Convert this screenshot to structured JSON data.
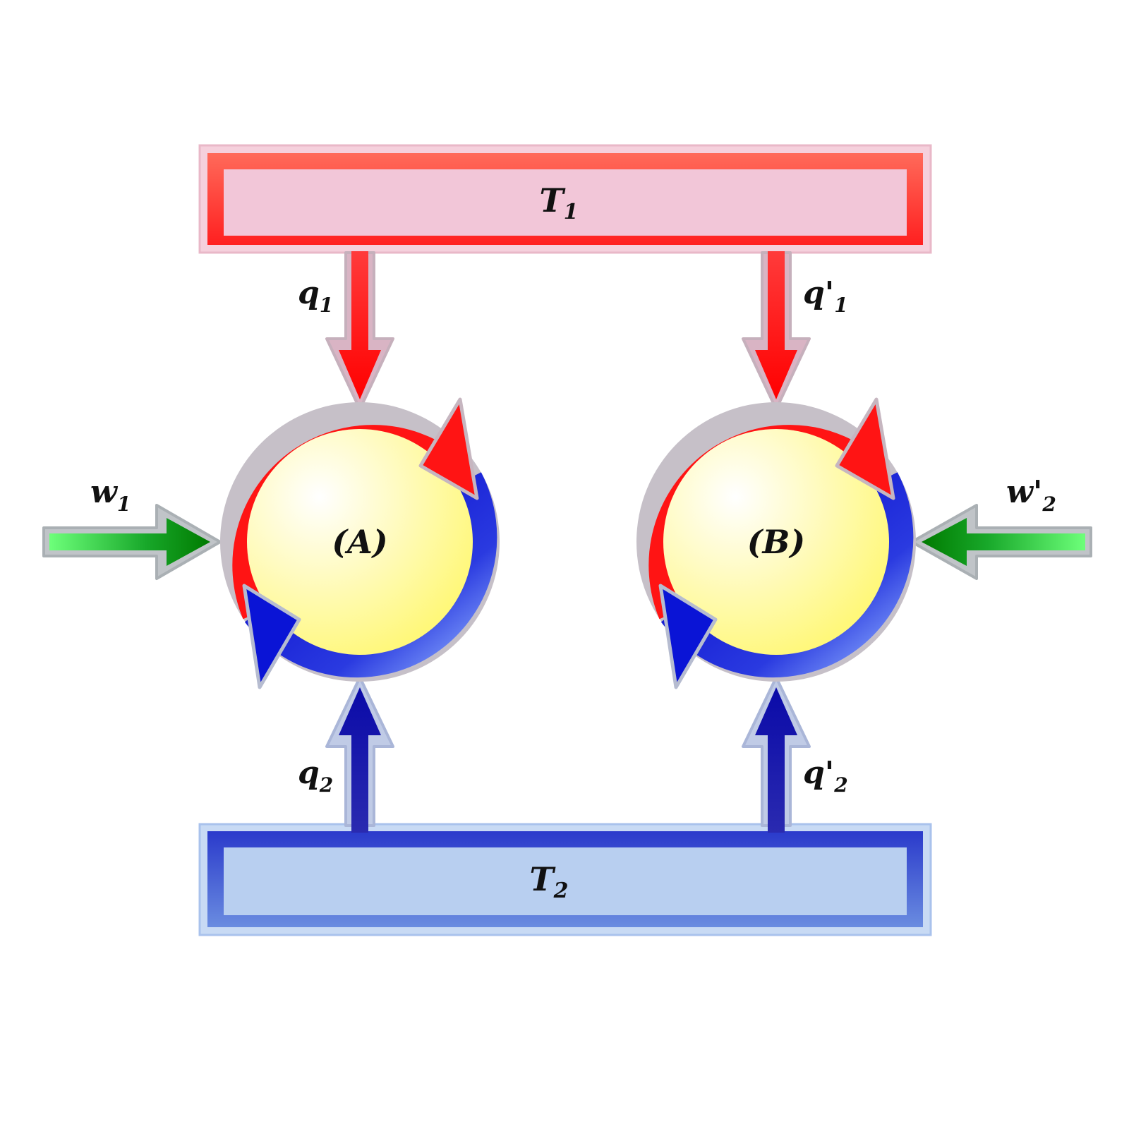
{
  "colors": {
    "hot": "#ff1a1a",
    "hot_fill": "#f2c6d8",
    "cold": "#1010c8",
    "cold_fill": "#b8cff0",
    "work": "#0a8a0a",
    "engine_fill": "#fff98a",
    "outline": "#c0bcc4"
  },
  "reservoirs": {
    "hot": {
      "symbol": "T",
      "subscript": "1"
    },
    "cold": {
      "symbol": "T",
      "subscript": "2"
    }
  },
  "engines": {
    "a": {
      "label": "(A)"
    },
    "b": {
      "label": "(B)"
    }
  },
  "flows": {
    "q1": {
      "symbol": "q",
      "subscript": "1"
    },
    "q1p": {
      "symbol": "q'",
      "subscript": "1"
    },
    "q2": {
      "symbol": "q",
      "subscript": "2"
    },
    "q2p": {
      "symbol": "q'",
      "subscript": "2"
    },
    "w1": {
      "symbol": "w",
      "subscript": "1"
    },
    "w2p": {
      "symbol": "w'",
      "subscript": "2"
    }
  }
}
